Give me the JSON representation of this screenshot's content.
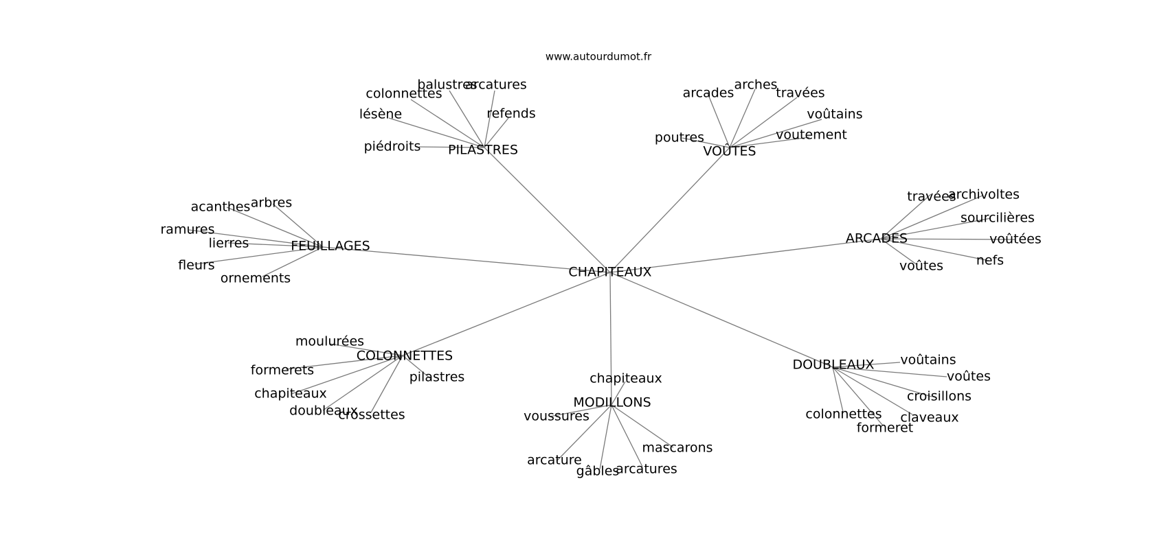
{
  "site_label": "www.autourdumot.fr",
  "center": "CHAPITEAUX",
  "hubs": [
    {
      "id": "pilastres",
      "label": "PILASTRES",
      "leaves": [
        "colonnettes",
        "balustres",
        "arcatures",
        "lésène",
        "refends",
        "piédroits"
      ]
    },
    {
      "id": "voutes",
      "label": "VOÛTES",
      "leaves": [
        "arcades",
        "arches",
        "travées",
        "voûtains",
        "poutres",
        "voutement"
      ]
    },
    {
      "id": "feuillages",
      "label": "FEUILLAGES",
      "leaves": [
        "acanthes",
        "arbres",
        "ramures",
        "lierres",
        "fleurs",
        "ornements"
      ]
    },
    {
      "id": "arcades",
      "label": "ARCADES",
      "leaves": [
        "travées",
        "archivoltes",
        "sourcilières",
        "voûtées",
        "voûtes",
        "nefs"
      ]
    },
    {
      "id": "colonnettes",
      "label": "COLONNETTES",
      "leaves": [
        "moulurées",
        "formerets",
        "pilastres",
        "chapiteaux",
        "doubleaux",
        "crossettes"
      ]
    },
    {
      "id": "modillons",
      "label": "MODILLONS",
      "leaves": [
        "chapiteaux",
        "voussures",
        "mascarons",
        "arcature",
        "gâbles",
        "arcatures"
      ]
    },
    {
      "id": "doubleaux",
      "label": "DOUBLEAUX",
      "leaves": [
        "voûtains",
        "voûtes",
        "croisillons",
        "claveaux",
        "colonnettes",
        "formeret"
      ]
    }
  ]
}
